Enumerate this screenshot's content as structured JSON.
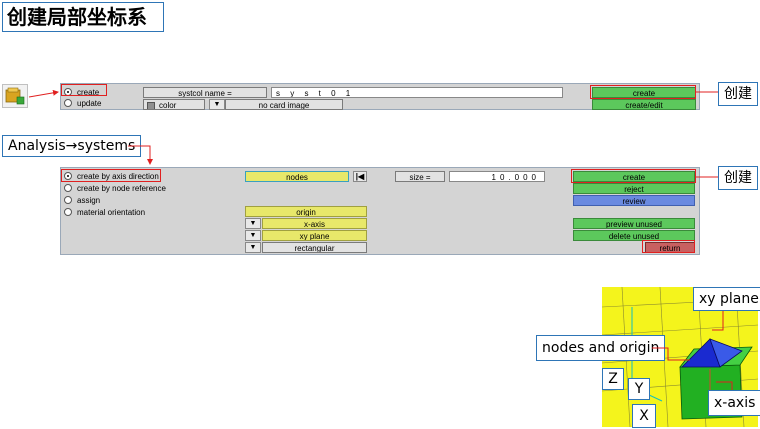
{
  "title": "创建局部坐标系",
  "callouts": {
    "create_top": "创建",
    "create_bottom": "创建",
    "analysis_path": "Analysis→systems"
  },
  "panel1": {
    "radio_create": "create",
    "radio_update": "update",
    "systcol_name_label": "systcol name =",
    "systcol_name_value": "s y s t 0 1",
    "color_label": "color",
    "no_card_image_label": "no card image",
    "create_button": "create",
    "create_edit_button": "create/edit"
  },
  "panel2": {
    "radios": [
      {
        "label": "create by axis direction",
        "selected": true
      },
      {
        "label": "create by node reference",
        "selected": false
      },
      {
        "label": "assign",
        "selected": false
      },
      {
        "label": "material orientation",
        "selected": false
      }
    ],
    "nodes_button": "nodes",
    "size_label": "size =",
    "size_value": "10.000",
    "origin_button": "origin",
    "x_axis_button": "x-axis",
    "xy_plane_button": "xy plane",
    "rectangular_button": "rectangular",
    "create_button": "create",
    "reject_button": "reject",
    "review_button": "review",
    "preview_unused_button": "preview unused",
    "delete_unused_button": "delete unused",
    "return_button": "return"
  },
  "viewport_labels": {
    "xy_plane": "xy plane",
    "nodes_and_origin": "nodes and origin",
    "x_axis": "x-axis",
    "z": "Z",
    "y": "Y",
    "x": "X"
  },
  "colors": {
    "accent_border": "#2e75b6",
    "highlight_red": "#e02020",
    "button_green": "#5cc85c",
    "button_yellow": "#e8e86a",
    "button_blue": "#6a8ae0",
    "button_return": "#c86060",
    "viewport_yellow": "#f4f41c"
  },
  "icons": [
    "system-folder-icon",
    "arrow-connector-icon",
    "first-page-icon",
    "chevron-down-icon"
  ]
}
